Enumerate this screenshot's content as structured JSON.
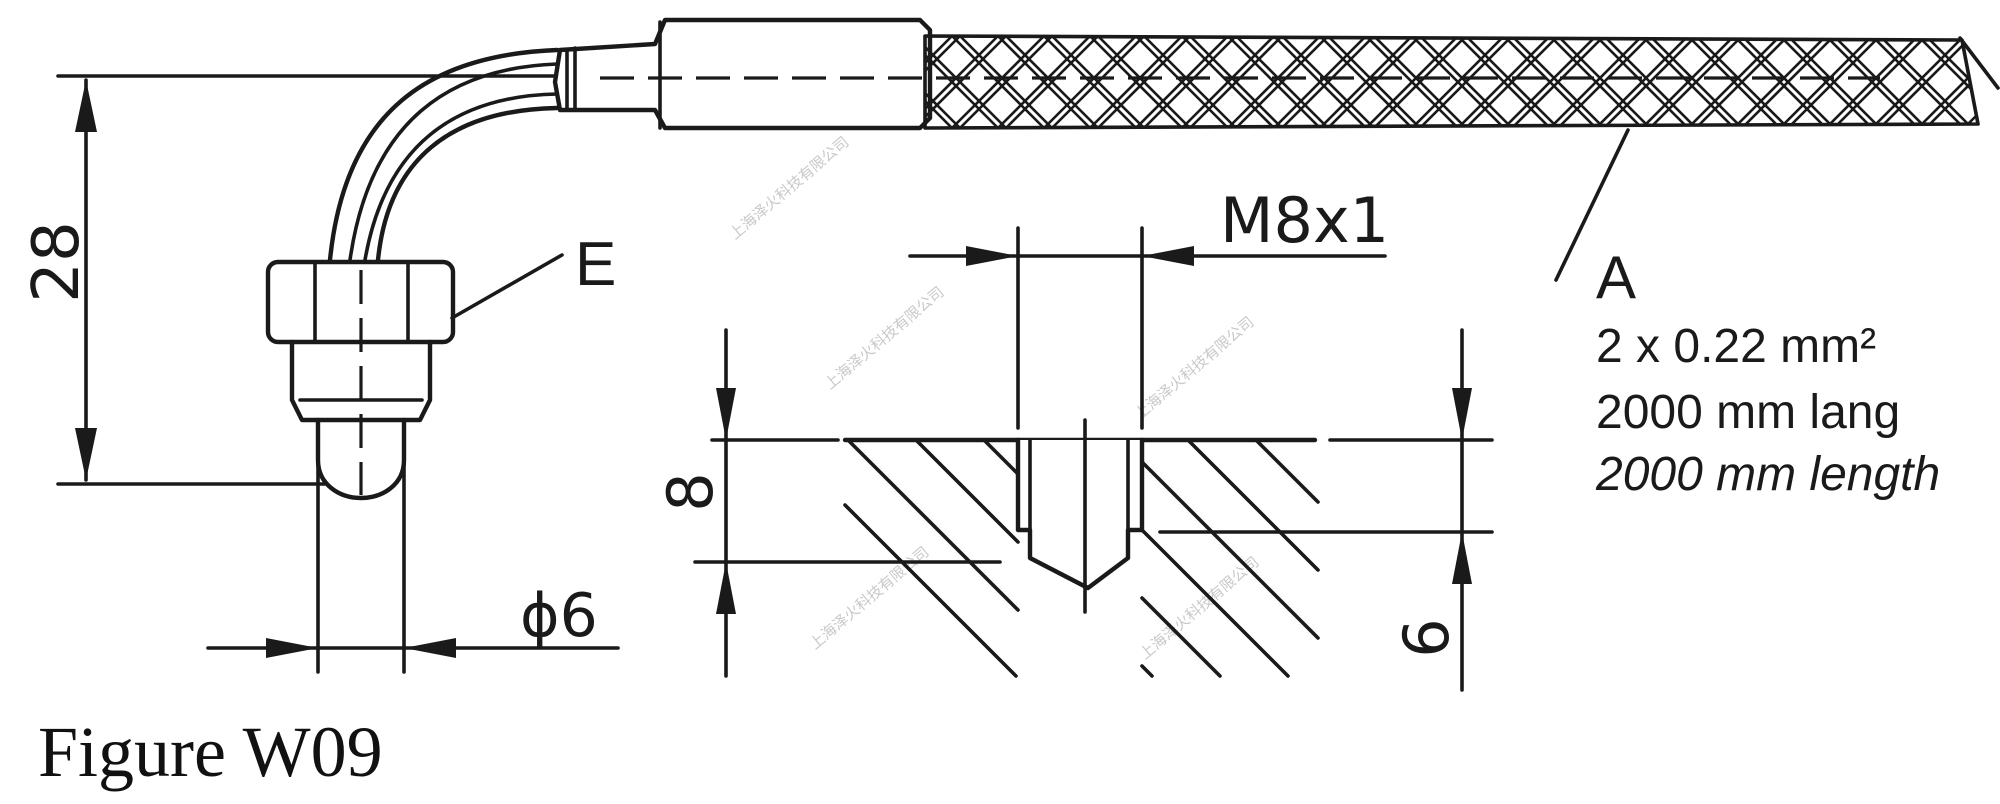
{
  "diagram": {
    "labels": {
      "dim_height": "28",
      "part_E": "E",
      "dim_diameter": "ϕ6",
      "dim_thread": "M8x1",
      "dim_depth_upper": "8",
      "dim_depth_lower": "6",
      "part_A": "A",
      "spec_line_1": "2 x 0.22 mm²",
      "spec_line_2": "2000 mm lang",
      "spec_line_3": "2000 mm length"
    },
    "watermark": "上海泽火科技有限公司",
    "caption": "Figure W09"
  }
}
